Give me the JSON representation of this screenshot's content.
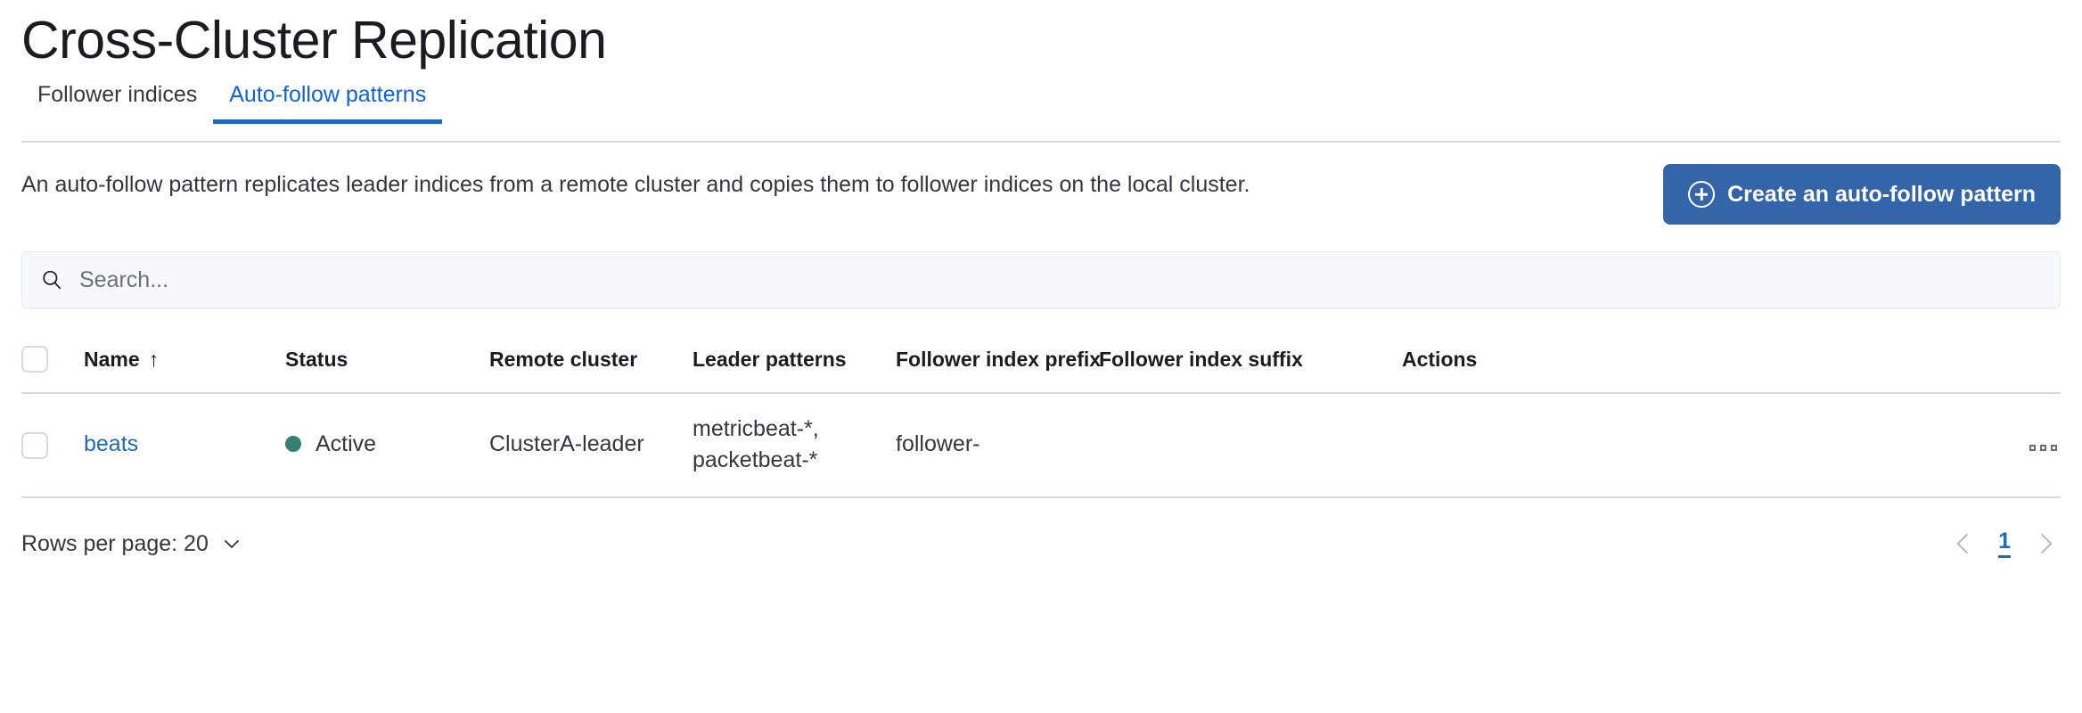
{
  "header": {
    "title": "Cross-Cluster Replication"
  },
  "tabs": [
    {
      "label": "Follower indices",
      "active": false,
      "name": "tab-follower-indices"
    },
    {
      "label": "Auto-follow patterns",
      "active": true,
      "name": "tab-auto-follow-patterns"
    }
  ],
  "description": "An auto-follow pattern replicates leader indices from a remote cluster and copies them to follower indices on the local cluster.",
  "create_button": {
    "label": "Create an auto-follow pattern",
    "icon": "plus-in-circle-icon",
    "color": "#3365a8"
  },
  "search": {
    "value": "",
    "placeholder": "Search...",
    "icon": "search-icon"
  },
  "table": {
    "columns": [
      {
        "key": "name",
        "label": "Name",
        "sorted": true,
        "sort_direction": "asc",
        "sort_icon": "↑"
      },
      {
        "key": "status",
        "label": "Status"
      },
      {
        "key": "remote_cluster",
        "label": "Remote cluster"
      },
      {
        "key": "leader_patterns",
        "label": "Leader patterns"
      },
      {
        "key": "follower_index_prefix",
        "label": "Follower index prefix"
      },
      {
        "key": "follower_index_suffix",
        "label": "Follower index suffix"
      },
      {
        "key": "actions",
        "label": "Actions"
      }
    ],
    "rows": [
      {
        "selected": false,
        "name": "beats",
        "status": "Active",
        "status_color": "#357f73",
        "remote_cluster": "ClusterA-leader",
        "leader_patterns": "metricbeat-*, packetbeat-*",
        "follower_index_prefix": "follower-",
        "follower_index_suffix": "",
        "actions_icon": "ellipsis-horizontal-icon"
      }
    ]
  },
  "footer": {
    "rows_per_page_label": "Rows per page: 20",
    "rows_per_page_value": "20",
    "pagination": {
      "previous_icon": "chevron-left-icon",
      "next_icon": "chevron-right-icon",
      "current_page": "1"
    }
  },
  "theme": {
    "accent": "#1f6bb8",
    "link": "#1f6bb8",
    "text": "#343741",
    "border": "#d3dae6"
  }
}
